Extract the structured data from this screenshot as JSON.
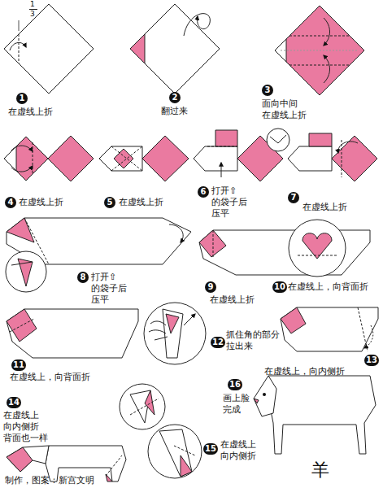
{
  "diagram": {
    "title": "羊",
    "labels": [
      "1",
      "3",
      "1",
      "在虚线上折",
      "2",
      "翻过来",
      "3",
      "面向中间 在虚线上折",
      "4",
      "在虚线上折",
      "5",
      "在虚线上折",
      "6",
      "打开⇧的袋子后 压平",
      "7",
      "在虚线上折",
      "8",
      "打开⇧的袋子后 压平",
      "9",
      "在虚线上折",
      "10",
      "在虚线上，向背面折",
      "11",
      "在虚线上，向背面折",
      "12",
      "抓住角的部分 拉出来",
      "13",
      "在虚线上，向内侧折",
      "14",
      "在虚线上 向内侧折 背面也一样",
      "15",
      "在虚线上 向内侧折",
      "16",
      "画上脸 完成",
      "制作，图案：新宫文明"
    ]
  }
}
